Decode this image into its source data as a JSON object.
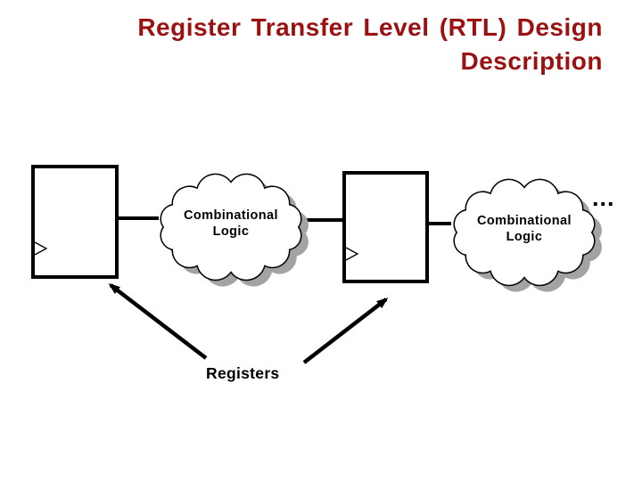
{
  "slide": {
    "background_color": "#ffffff",
    "title": {
      "line1": "Register Transfer Level (RTL) Design",
      "line2": "Description",
      "color": "#9b1111"
    }
  },
  "diagram": {
    "cloud1": {
      "line1": "Combinational",
      "line2": "Logic"
    },
    "cloud2": {
      "line1": "Combinational",
      "line2": "Logic"
    },
    "ellipsis": "...",
    "registers_label": "Registers",
    "outline_color": "#000000",
    "cloud_shadow_color": "#a3a3a3"
  }
}
